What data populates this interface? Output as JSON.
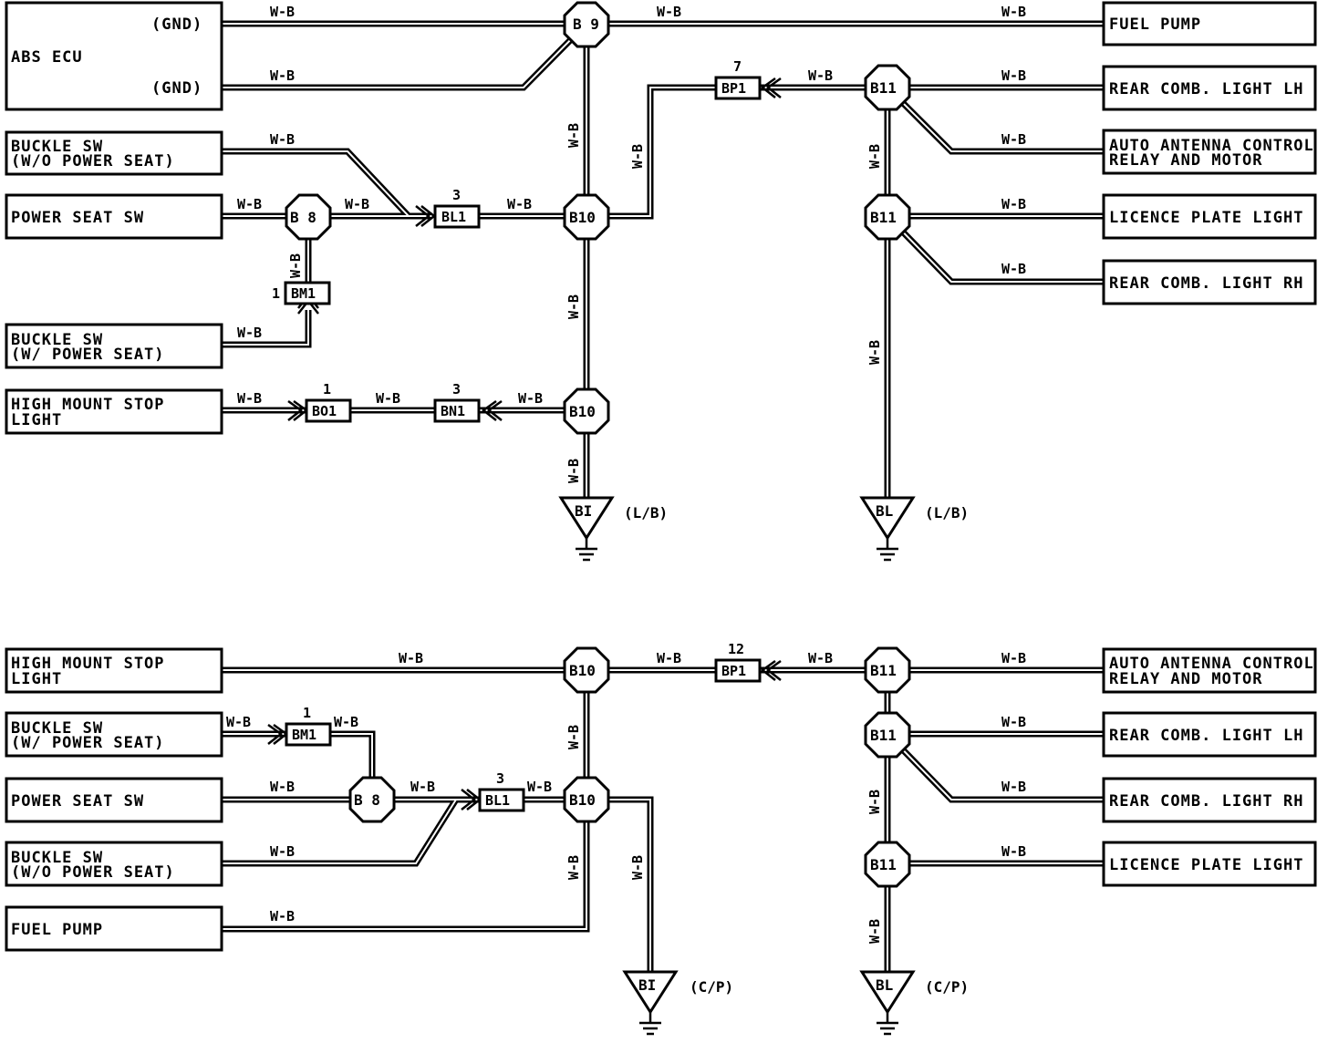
{
  "wire_color": "W-B",
  "top": {
    "abs_ecu": "ABS ECU",
    "gnd_upper": "(GND)",
    "gnd_lower": "(GND)",
    "buckle_wo_line1": "BUCKLE SW",
    "buckle_wo_line2": "(W/O POWER SEAT)",
    "power_seat": "POWER SEAT SW",
    "buckle_w_line1": "BUCKLE SW",
    "buckle_w_line2": "(W/ POWER SEAT)",
    "hmsl_line1": "HIGH MOUNT STOP",
    "hmsl_line2": "LIGHT",
    "fuel_pump": "FUEL PUMP",
    "rear_lh": "REAR COMB. LIGHT LH",
    "antenna_line1": "AUTO ANTENNA CONTROL",
    "antenna_line2": "RELAY AND MOTOR",
    "licence": "LICENCE PLATE LIGHT",
    "rear_rh": "REAR COMB. LIGHT RH",
    "j_b9": "B 9",
    "j_b8": "B 8",
    "j_b10a": "B10",
    "j_b10b": "B10",
    "j_b11a": "B11",
    "j_b11b": "B11",
    "c_bl1": "BL1",
    "c_bl1_pin": "3",
    "c_bm1": "BM1",
    "c_bm1_pin": "1",
    "c_bo1": "BO1",
    "c_bo1_pin": "1",
    "c_bn1": "BN1",
    "c_bn1_pin": "3",
    "c_bp1": "BP1",
    "c_bp1_pin": "7",
    "g1": "BI",
    "g1_note": "(L/B)",
    "g2": "BL",
    "g2_note": "(L/B)"
  },
  "bottom": {
    "hmsl_line1": "HIGH MOUNT STOP",
    "hmsl_line2": "LIGHT",
    "buckle_w_line1": "BUCKLE SW",
    "buckle_w_line2": "(W/ POWER SEAT)",
    "power_seat": "POWER SEAT SW",
    "buckle_wo_line1": "BUCKLE SW",
    "buckle_wo_line2": "(W/O POWER SEAT)",
    "fuel_pump": "FUEL PUMP",
    "antenna_line1": "AUTO ANTENNA CONTROL",
    "antenna_line2": "RELAY AND MOTOR",
    "rear_lh": "REAR COMB. LIGHT LH",
    "rear_rh": "REAR COMB. LIGHT RH",
    "licence": "LICENCE PLATE LIGHT",
    "j_b10a": "B10",
    "j_b10b": "B10",
    "j_b8": "B 8",
    "j_b11a": "B11",
    "j_b11b": "B11",
    "j_b11c": "B11",
    "c_bm1": "BM1",
    "c_bm1_pin": "1",
    "c_bl1": "BL1",
    "c_bl1_pin": "3",
    "c_bp1": "BP1",
    "c_bp1_pin": "12",
    "g1": "BI",
    "g1_note": "(C/P)",
    "g2": "BL",
    "g2_note": "(C/P)"
  }
}
